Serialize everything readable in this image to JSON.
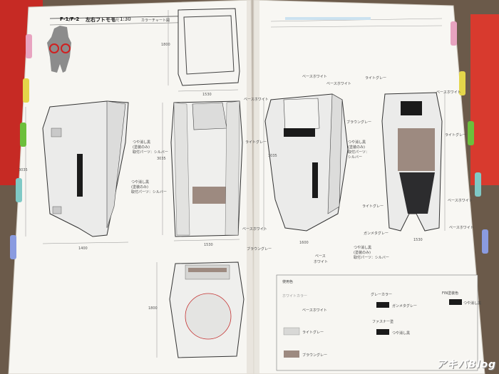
{
  "header": {
    "model_code": "F-1/F-2",
    "title": "左右フトモモ",
    "scale_label": "縮尺",
    "scale": "1:30",
    "chart_note": "カラーチャート図"
  },
  "left_page": {
    "dims": {
      "top_width": "1530",
      "top_height": "1800",
      "side_height": "3035",
      "side_width": "1400",
      "front_width": "1530",
      "front_height": "3035",
      "bottom_height": "1800"
    },
    "callouts": {
      "base_white": "ベースホワイト",
      "light_gray": "ライトグレー",
      "matte_black_a": "つや消し黒",
      "matte_black_a2": "(塗装のみ)",
      "matte_black_a3": "取付パーツ：シルバー",
      "matte_black_b": "つや消し黒",
      "matte_black_b2": "(塗装のみ)",
      "matte_black_b3": "取付パーツ：シルバー",
      "base_white_b": "ベースホワイト",
      "brown_gray": "ブラウングレー"
    }
  },
  "right_page": {
    "dims": {
      "side_height": "3035",
      "side_width": "1600",
      "front_width": "1530"
    },
    "callouts": {
      "base_white_1": "ベースホワイト",
      "base_white_2": "ベースホワイト",
      "light_gray_1": "ライトグレー",
      "base_white_3": "ベースホワイト",
      "brown_gray": "ブラウングレー",
      "light_gray_2": "ライトグレー",
      "matte_a1": "つや消し黒",
      "matte_a2": "(塗装のみ)",
      "matte_a3": "取付パーツ：",
      "matte_a4": "シルバー",
      "light_gray_3": "ライトグレー",
      "gunmetal": "ガンメタグレー",
      "matte_b1": "つや消し黒",
      "matte_b2": "(塗装のみ)",
      "matte_b3": "取付パーツ：シルバー",
      "base_white_4": "ベース",
      "base_white_5": "ホワイト",
      "base_white_6": "ベースホワイト",
      "base_white_7": "ベースホワイト"
    },
    "legend": {
      "title": "使用色",
      "white_header": "ホワイトカラー",
      "gray_header": "グレーカラー",
      "fin_header": "FIN塗装色",
      "fastener_header": "ファスナー塗",
      "items": {
        "base_white": "ベースホワイト",
        "light_gray": "ライトグレー",
        "brown_gray": "ブラウングレー",
        "gunmetal": "ガンメタグレー",
        "matte_black": "つや消し黒",
        "matte_black_fin": "つや消し黒"
      }
    }
  },
  "watermark": "アキバBlog",
  "colors": {
    "base_white": "#f2f0ec",
    "light_gray": "#d8d8d6",
    "brown_gray": "#9d8a80",
    "gunmetal": "#2c2c2e",
    "matte_black": "#1a1a1a",
    "tab_pink": "#e8a3c0",
    "tab_yellow": "#e4d64a",
    "tab_green": "#6cbf3c",
    "tab_teal": "#7fc9c6",
    "tab_blue": "#8a9be0"
  }
}
